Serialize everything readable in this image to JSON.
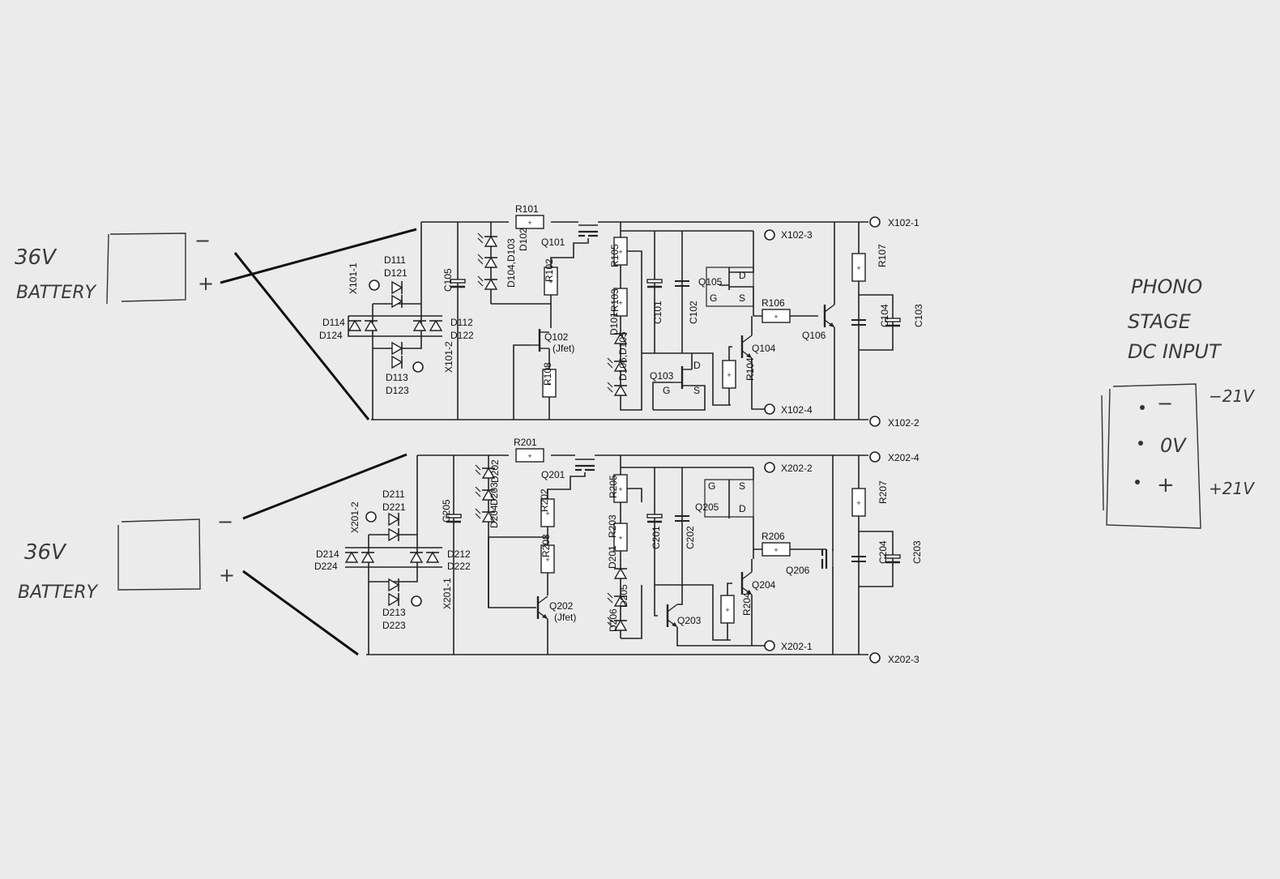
{
  "battery_top": {
    "line1": "36V",
    "line2": "BATTERY",
    "minus": "−",
    "plus": "+"
  },
  "battery_bottom": {
    "line1": "36V",
    "line2": "BATTERY",
    "minus": "−",
    "plus": "+"
  },
  "dc_input": {
    "title1": "PHONO",
    "title2": "STAGE",
    "title3": "DC INPUT",
    "pin_minus": "−",
    "pin_zero": "0V",
    "pin_plus": "+",
    "volt_neg": "−21V",
    "volt_pos": "+21V"
  },
  "top": {
    "r101": "R101",
    "q101": "Q101",
    "r102": "R102",
    "q102": "Q102",
    "jfet": "(Jfet)",
    "r108": "R108",
    "r105": "R105",
    "r103": "R103",
    "d101": "D101",
    "d106": "D106,D105",
    "c101": "C101",
    "c102": "C102",
    "q105": "Q105",
    "q103": "Q103",
    "r106": "R106",
    "q104": "Q104",
    "r104": "R104",
    "q106": "Q106",
    "r107": "R107",
    "c104": "C104",
    "c103": "C103",
    "c105": "C105",
    "d102": "D102",
    "d104": "D104,D103",
    "x101_1": "X101-1",
    "x101_2": "X101-2",
    "d111": "D111",
    "d121": "D121",
    "d113": "D113",
    "d123": "D123",
    "d114": "D114",
    "d124": "D124",
    "d112": "D112",
    "d122": "D122",
    "x102_1": "X102-1",
    "x102_2": "X102-2",
    "x102_3": "X102-3",
    "x102_4": "X102-4"
  },
  "bottom": {
    "r201": "R201",
    "q201": "Q201",
    "r202": "R202",
    "r208": "R208",
    "q202": "Q202",
    "jfet": "(Jfet)",
    "r205": "R205",
    "r203": "R203",
    "d201": "D201",
    "d206": "D206",
    "d205": "D205",
    "c201": "C201",
    "c202": "C202",
    "q205": "Q205",
    "q203": "Q203",
    "r206": "R206",
    "q204": "Q204",
    "r204": "R204",
    "q206": "Q206",
    "r207": "R207",
    "c204": "C204",
    "c203": "C203",
    "c205": "C205",
    "d202": "D202",
    "d204": "D204",
    "d203": "D203",
    "x201_1": "X201-1",
    "x201_2": "X201-2",
    "d211": "D211",
    "d221": "D221",
    "d213": "D213",
    "d223": "D223",
    "d214": "D214",
    "d224": "D224",
    "d212": "D212",
    "d222": "D222",
    "x202_1": "X202-1",
    "x202_2": "X202-2",
    "x202_3": "X202-3",
    "x202_4": "X202-4"
  }
}
